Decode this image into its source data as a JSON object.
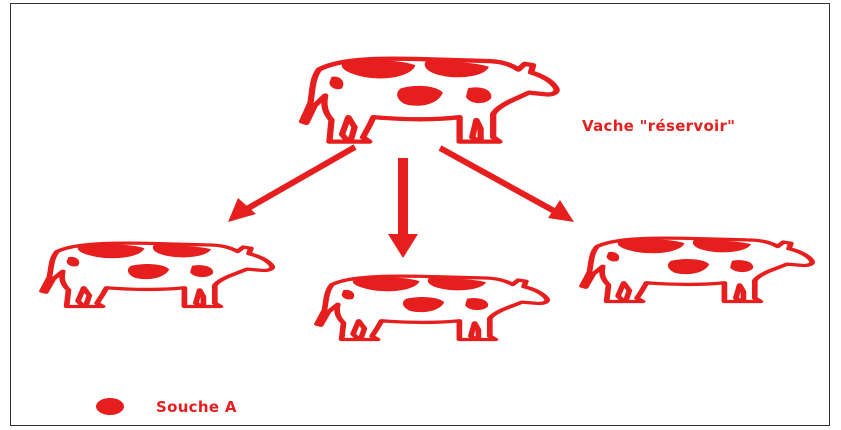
{
  "colors": {
    "accent": "#e61e1e",
    "frame": "#333333",
    "background": "#ffffff"
  },
  "reservoir_cow": {
    "label": "Vache \"réservoir\""
  },
  "legend": {
    "label": "Souche A",
    "icon": "red-dot"
  },
  "icons": {
    "cow": "cow-icon",
    "arrow": "arrow-icon"
  }
}
